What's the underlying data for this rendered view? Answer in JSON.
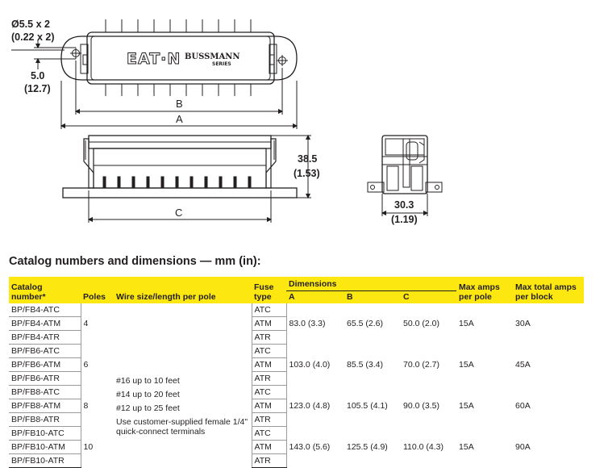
{
  "drawing": {
    "hole_dim_mm": "Ø5.5 x 2",
    "hole_dim_in": "(0.22 x 2)",
    "offset_mm": "5.0",
    "offset_in": "(12.7)",
    "label_b": "B",
    "label_a": "A",
    "label_c": "C",
    "height_mm": "38.5",
    "height_in": "(1.53)",
    "width_mm": "30.3",
    "width_in": "(1.19)",
    "logo_eaton": "EAT·N",
    "logo_bussmann": "BUSSMANN",
    "logo_series": "SERIES"
  },
  "section_title": "Catalog numbers and dimensions — mm (in):",
  "table": {
    "headers": {
      "catalog": "Catalog number*",
      "poles": "Poles",
      "wire": "Wire size/length per pole",
      "fuse": "Fuse type",
      "dimensions": "Dimensions",
      "a": "A",
      "b": "B",
      "c": "C",
      "max_pole": "Max amps per pole",
      "max_total": "Max total amps per block"
    },
    "wire_lines": [
      "#16 up to 10 feet",
      "#14 up to 20 feet",
      "#12 up to 25 feet",
      "Use customer-supplied female 1/4\" quick-connect terminals"
    ],
    "groups": [
      {
        "catalogs": [
          "BP/FB4-ATC",
          "BP/FB4-ATM",
          "BP/FB4-ATR"
        ],
        "fuses": [
          "ATC",
          "ATM",
          "ATR"
        ],
        "poles": "4",
        "a": "83.0 (3.3)",
        "b": "65.5 (2.6)",
        "c": "50.0 (2.0)",
        "max_pole": "15A",
        "max_total": "30A"
      },
      {
        "catalogs": [
          "BP/FB6-ATC",
          "BP/FB6-ATM",
          "BP/FB6-ATR"
        ],
        "fuses": [
          "ATC",
          "ATM",
          "ATR"
        ],
        "poles": "6",
        "a": "103.0 (4.0)",
        "b": "85.5 (3.4)",
        "c": "70.0 (2.7)",
        "max_pole": "15A",
        "max_total": "45A"
      },
      {
        "catalogs": [
          "BP/FB8-ATC",
          "BP/FB8-ATM",
          "BP/FB8-ATR"
        ],
        "fuses": [
          "ATC",
          "ATM",
          "ATR"
        ],
        "poles": "8",
        "a": "123.0 (4.8)",
        "b": "105.5 (4.1)",
        "c": "90.0 (3.5)",
        "max_pole": "15A",
        "max_total": "60A"
      },
      {
        "catalogs": [
          "BP/FB10-ATC",
          "BP/FB10-ATM",
          "BP/FB10-ATR"
        ],
        "fuses": [
          "ATC",
          "ATM",
          "ATR"
        ],
        "poles": "10",
        "a": "143.0 (5.6)",
        "b": "125.5 (4.9)",
        "c": "110.0 (4.3)",
        "max_pole": "15A",
        "max_total": "90A"
      }
    ]
  }
}
